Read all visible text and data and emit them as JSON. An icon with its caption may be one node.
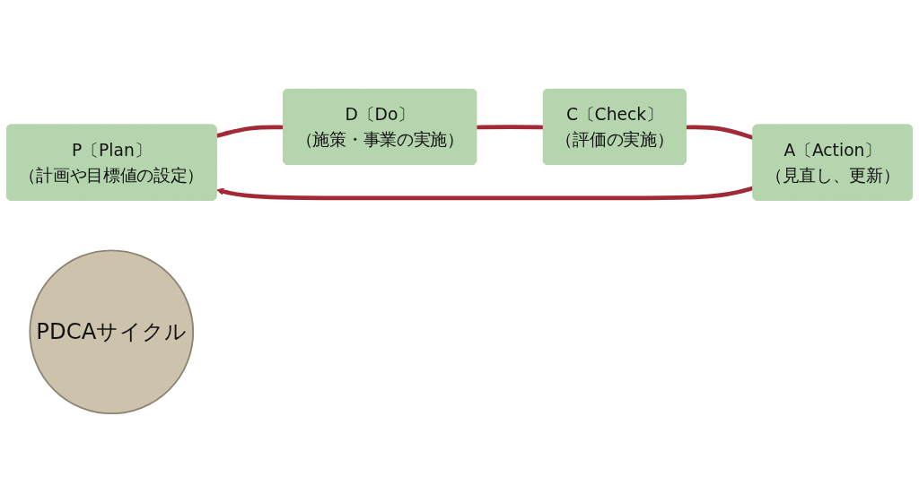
{
  "diagram": {
    "nodes": [
      {
        "text": [
          "P〔Plan〕",
          "（計画や目標値の設定）"
        ]
      },
      {
        "text": [
          "D〔Do〕",
          "（施策・事業の実施）"
        ]
      },
      {
        "text": [
          "PDCAサイクル"
        ]
      },
      {
        "text": [
          "A〔Action〕",
          "（見直し、更新）"
        ]
      },
      {
        "text": [
          "C〔Check〕",
          "（評価の実施）"
        ]
      }
    ],
    "edges": [
      {
        "from": 0,
        "to": 1,
        "arrow": "none"
      },
      {
        "from": 1,
        "to": 4,
        "arrow": "none"
      },
      {
        "from": 4,
        "to": 3,
        "arrow": "none"
      },
      {
        "from": 3,
        "to": 0,
        "arrow": "to"
      }
    ]
  }
}
